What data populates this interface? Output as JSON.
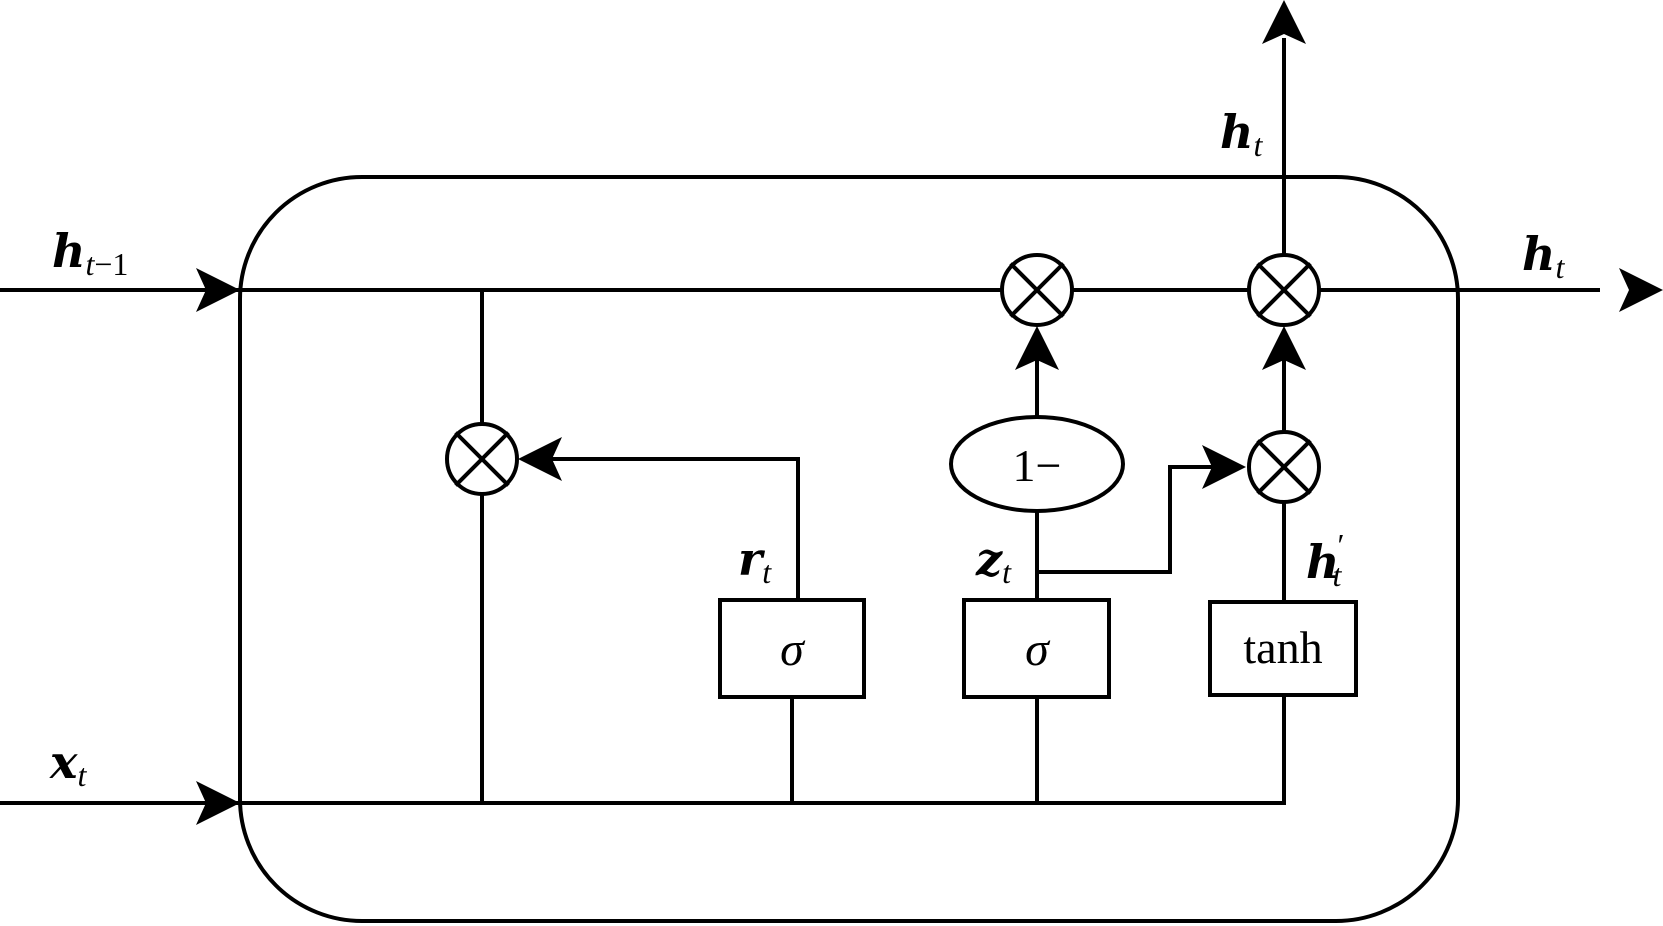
{
  "labels": {
    "h_prev": {
      "main": "h",
      "sub": "t",
      "sub_rest": "−1"
    },
    "x_t": {
      "main": "x",
      "sub": "t"
    },
    "h_out_top": {
      "main": "h",
      "sub": "t"
    },
    "h_out_right": {
      "main": "h",
      "sub": "t"
    },
    "r_t": {
      "main": "r",
      "sub": "t"
    },
    "z_t": {
      "main": "z",
      "sub": "t"
    },
    "h_cand": {
      "main": "h",
      "prime": "′",
      "sub": "t"
    }
  },
  "gates": {
    "reset_sigma": "σ",
    "update_sigma": "σ",
    "candidate_tanh": "tanh",
    "one_minus": "1−"
  },
  "multipliers": [
    "reset-multiplier",
    "forget-multiplier",
    "output-multiplier",
    "candidate-multiplier"
  ],
  "colors": {
    "stroke": "#000000",
    "background": "#ffffff"
  }
}
